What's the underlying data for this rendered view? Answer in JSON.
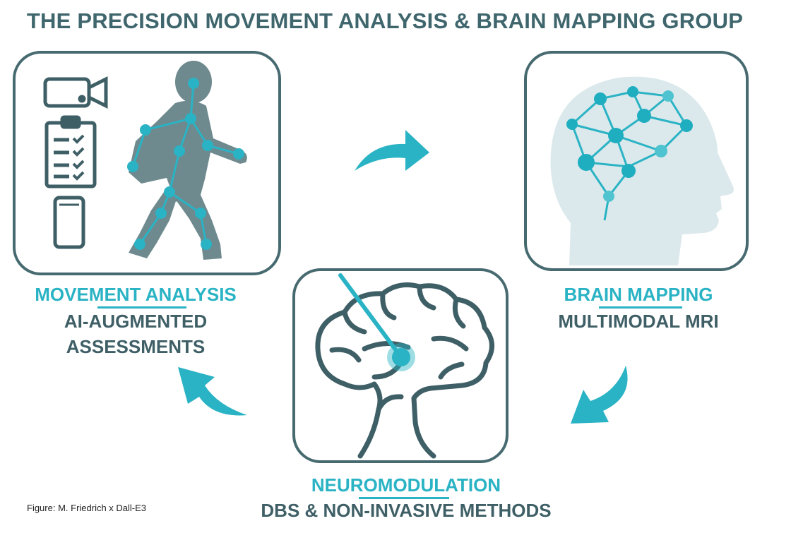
{
  "title": "THE PRECISION MOVEMENT ANALYSIS & BRAIN MAPPING GROUP",
  "movement": {
    "heading": "MOVEMENT ANALYSIS",
    "sub_line1": "AI-AUGMENTED",
    "sub_line2": "ASSESSMENTS",
    "icons": [
      "video-camera-icon",
      "clipboard-checklist-icon",
      "smartphone-icon",
      "walking-person-skeleton-icon"
    ]
  },
  "brain_mapping": {
    "heading": "BRAIN MAPPING",
    "sub_line1": "MULTIMODAL MRI",
    "icons": [
      "head-brain-network-icon"
    ]
  },
  "neuromodulation": {
    "heading": "NEUROMODULATION",
    "sub_line1": "DBS & NON-INVASIVE METHODS",
    "icons": [
      "brain-electrode-icon"
    ]
  },
  "credit": "Figure: M. Friedrich x Dall-E3",
  "colors": {
    "accent": "#2ab3c4",
    "dark": "#3f666d",
    "figure_gray": "#6e8a8e",
    "head_fill": "#dce9ec"
  }
}
